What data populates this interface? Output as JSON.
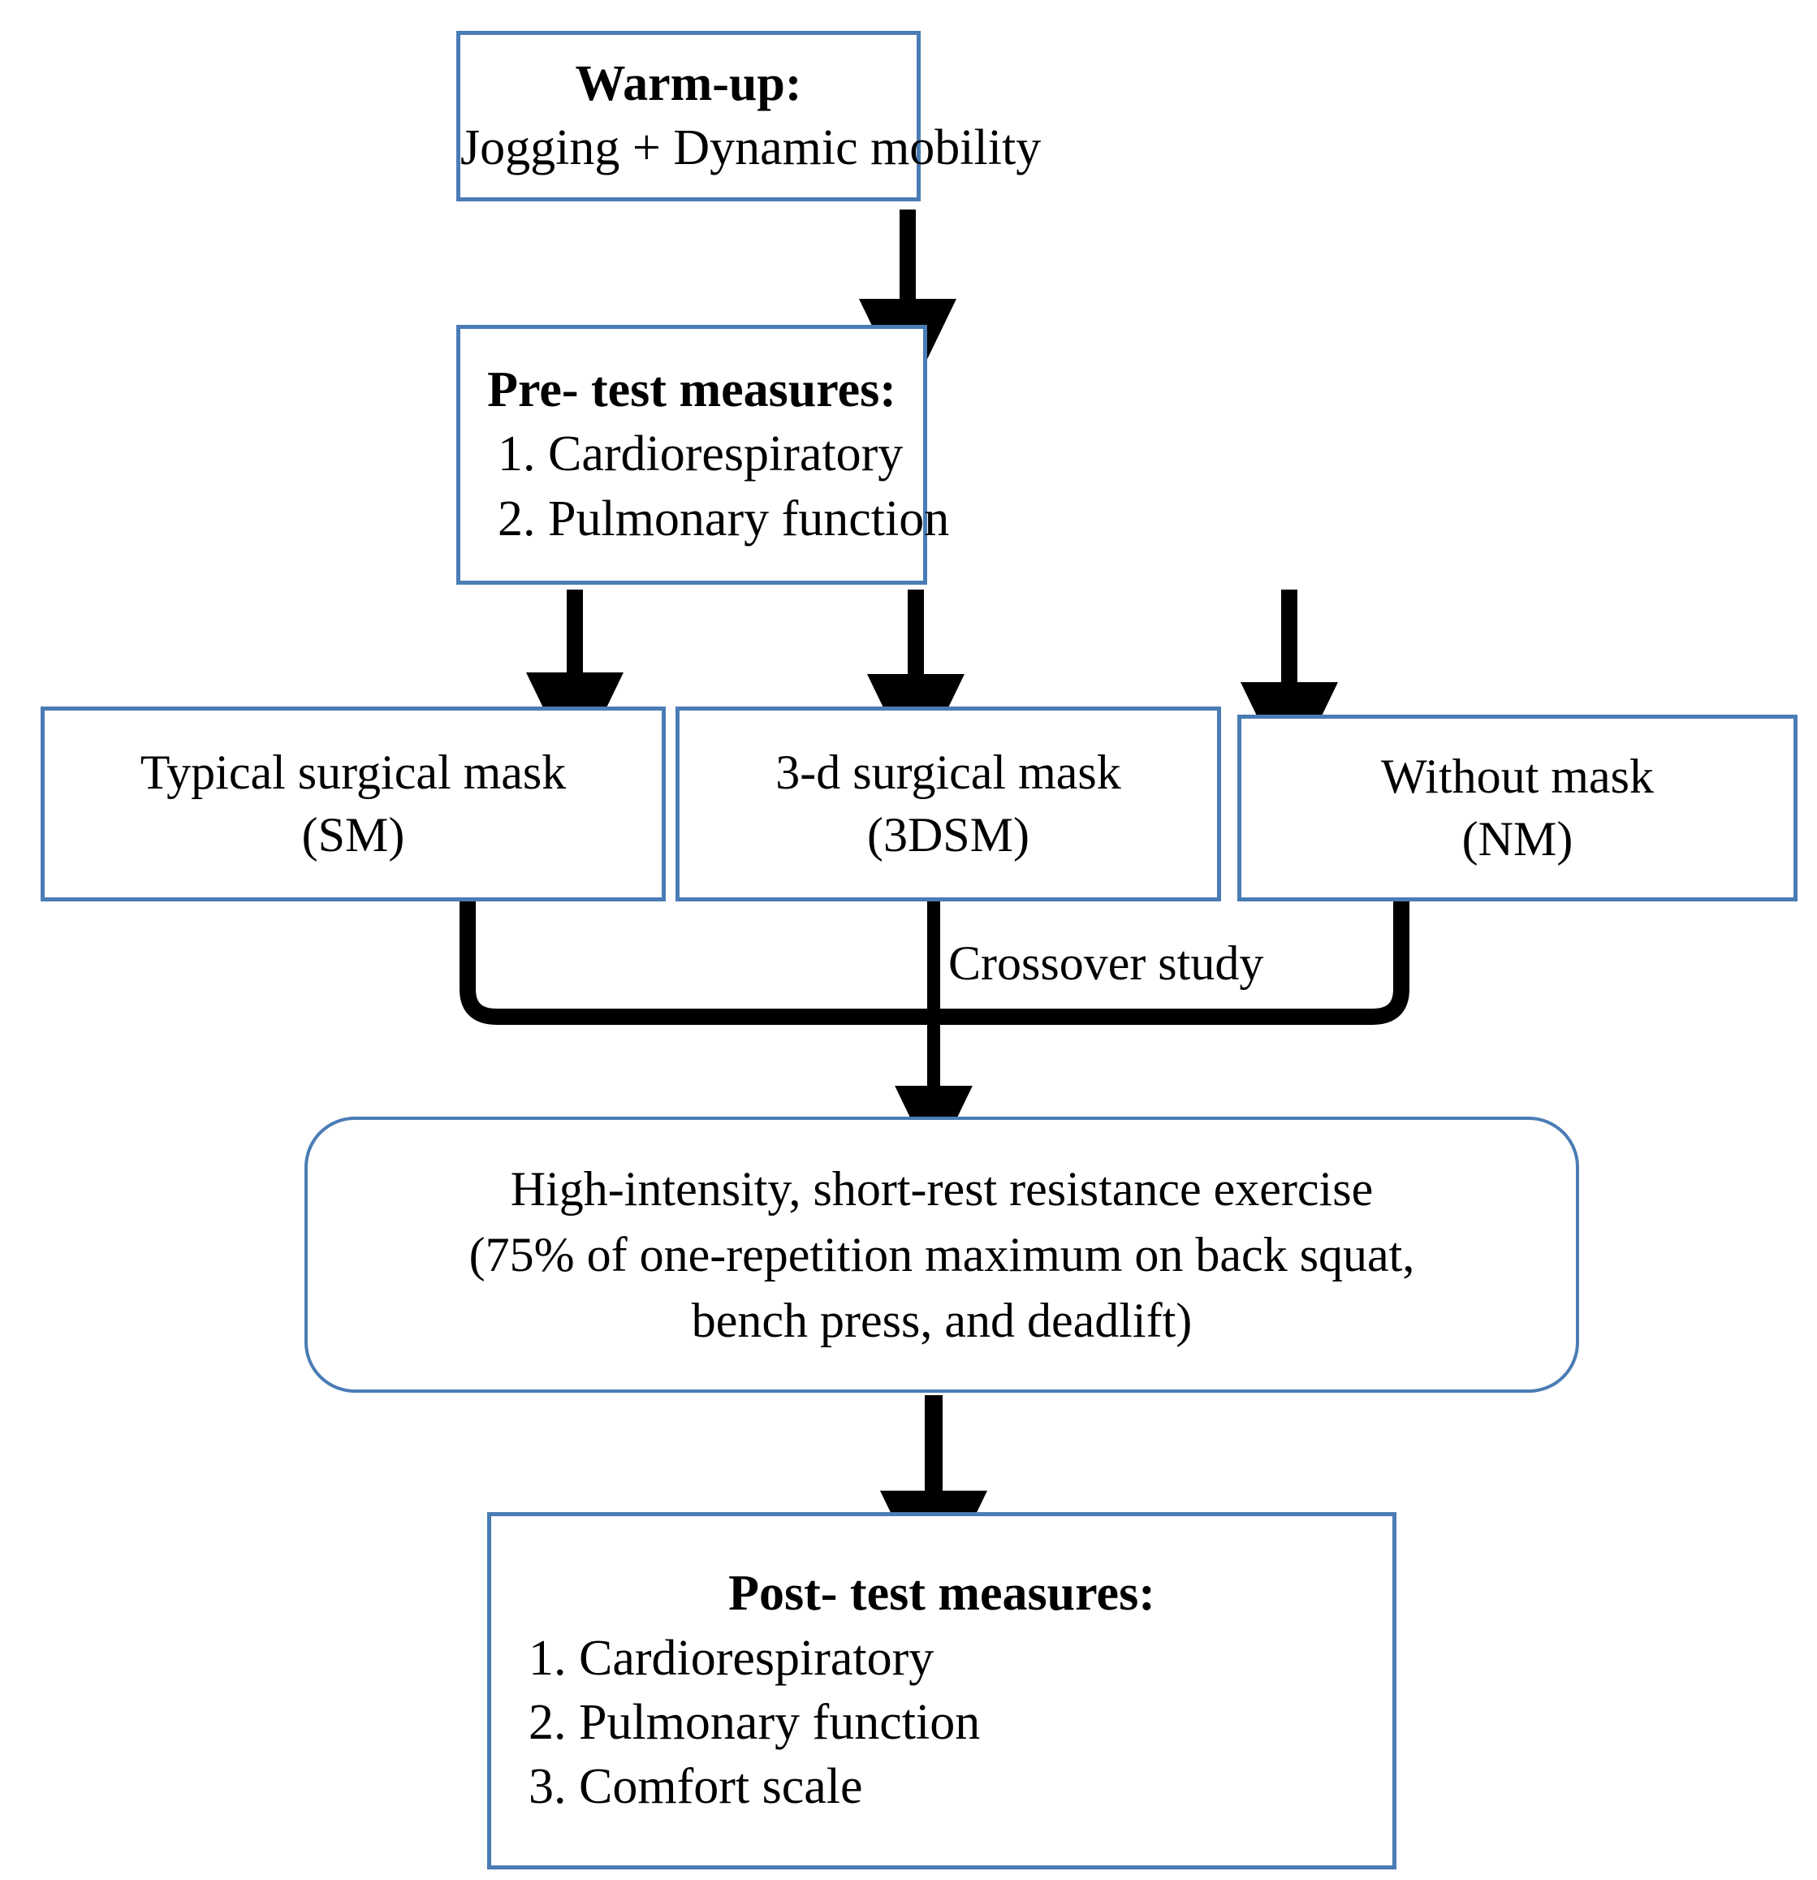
{
  "diagram": {
    "title": "Study protocol flowchart",
    "accent_border_color": "#4a7cb5",
    "arrow_color": "#000000",
    "background_color": "#ffffff"
  },
  "nodes": {
    "warmup": {
      "heading": "Warm-up:",
      "body": "Jogging + Dynamic mobility"
    },
    "pretest": {
      "heading": "Pre- test measures:",
      "items": [
        "1. Cardiorespiratory",
        "2. Pulmonary function"
      ]
    },
    "conditions": [
      {
        "name": "Typical surgical mask",
        "abbr": "(SM)"
      },
      {
        "name": "3-d surgical mask",
        "abbr": "(3DSM)"
      },
      {
        "name": "Without mask",
        "abbr": "(NM)"
      }
    ],
    "exercise": {
      "lines": [
        "High-intensity, short-rest resistance exercise",
        "(75% of one-repetition maximum on back squat,",
        "bench press, and deadlift)"
      ]
    },
    "posttest": {
      "heading": "Post- test measures:",
      "items": [
        "1. Cardiorespiratory",
        "2. Pulmonary function",
        "3. Comfort scale"
      ]
    }
  },
  "connectors": {
    "crossover_label": "Crossover study"
  }
}
